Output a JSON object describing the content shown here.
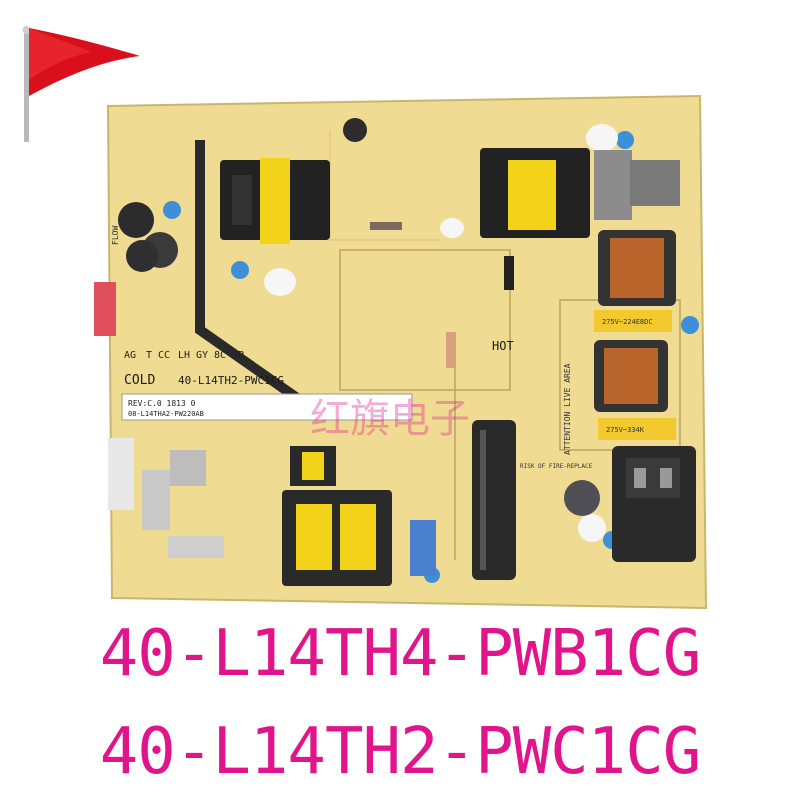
{
  "colors": {
    "background": "#ffffff",
    "board": "#efdc92",
    "part_number_text": "#e0158c",
    "flag": "#d9101c"
  },
  "icons": {
    "flag": "red-flag-icon"
  },
  "board": {
    "model_label": "40-L14TH2-PWC1CG",
    "cold_label": "COLD",
    "hot_label": "HOT",
    "rev_label": "REV:C.0  1813  0",
    "barcode_label": "08-L14THA2-PW220AB",
    "flow_label": "FLOW",
    "attention_label": "ATTENTION LIVE AREA",
    "risk_label": "RISK OF FIRE-REPLACE",
    "cap_label_1": "275V~224E8DC",
    "cap_label_2": "275V~334K",
    "connector_labels": [
      "AG",
      "T",
      "CC",
      "LH",
      "GY",
      "8C",
      "SP"
    ],
    "watermark": "红旗电子"
  },
  "part_numbers": [
    "40-L14TH4-PWB1CG",
    "40-L14TH2-PWC1CG"
  ]
}
